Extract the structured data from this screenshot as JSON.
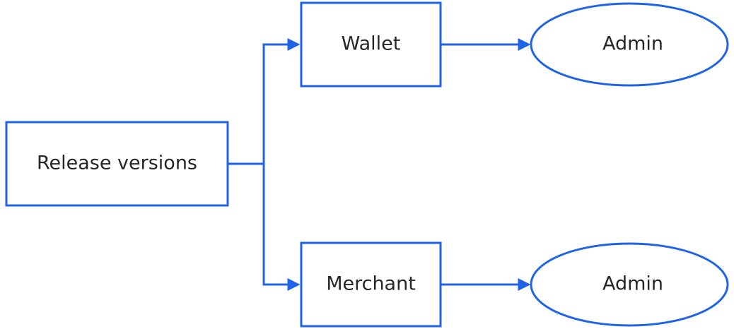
{
  "colors": {
    "stroke": "#1f63e6",
    "text": "#262626",
    "background": "#ffffff"
  },
  "nodes": {
    "release": {
      "label": "Release versions",
      "shape": "rectangle"
    },
    "wallet": {
      "label": "Wallet",
      "shape": "rectangle"
    },
    "merchant": {
      "label": "Merchant",
      "shape": "rectangle"
    },
    "wallet_admin": {
      "label": "Admin",
      "shape": "ellipse"
    },
    "merchant_admin": {
      "label": "Admin",
      "shape": "ellipse"
    }
  },
  "edges": [
    {
      "from": "release",
      "to": "wallet"
    },
    {
      "from": "release",
      "to": "merchant"
    },
    {
      "from": "wallet",
      "to": "wallet_admin"
    },
    {
      "from": "merchant",
      "to": "merchant_admin"
    }
  ]
}
